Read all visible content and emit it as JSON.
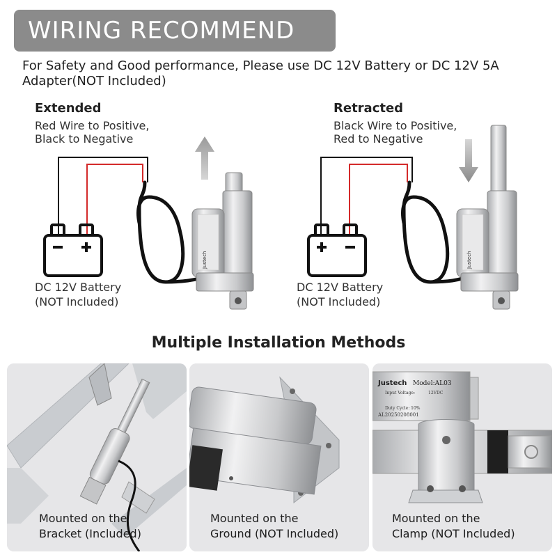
{
  "title": "WIRING RECOMMEND",
  "intro": "For Safety and Good performance, Please use DC 12V Battery or DC 12V 5A Adapter(NOT Included)",
  "extended": {
    "heading": "Extended",
    "desc_line1": "Red Wire to Positive,",
    "desc_line2": "Black to Negative",
    "battery_line1": "DC 12V Battery",
    "battery_line2": "(NOT Included)"
  },
  "retracted": {
    "heading": "Retracted",
    "desc_line1": "Black Wire to Positive,",
    "desc_line2": "Red to Negative",
    "battery_line1": "DC 12V Battery",
    "battery_line2": "(NOT Included)"
  },
  "actuator_label": {
    "brand": "Justech",
    "model": "Model:AL03",
    "voltage_label": "Input Voltage:",
    "voltage_value": "12VDC",
    "duty": "Duty Cycle:  10%",
    "serial": "AL20250208001"
  },
  "installation": {
    "heading": "Multiple Installation Methods",
    "cards": [
      {
        "line1": "Mounted on the",
        "line2": "Bracket (Included)"
      },
      {
        "line1": "Mounted on the",
        "line2": "Ground (NOT Included)"
      },
      {
        "line1": "Mounted on the",
        "line2": "Clamp (NOT Included)"
      }
    ]
  },
  "colors": {
    "banner": "#8b8b8b",
    "red_wire": "#d42a2a",
    "black_wire": "#111111",
    "card_bg": "#e8e8ea"
  }
}
